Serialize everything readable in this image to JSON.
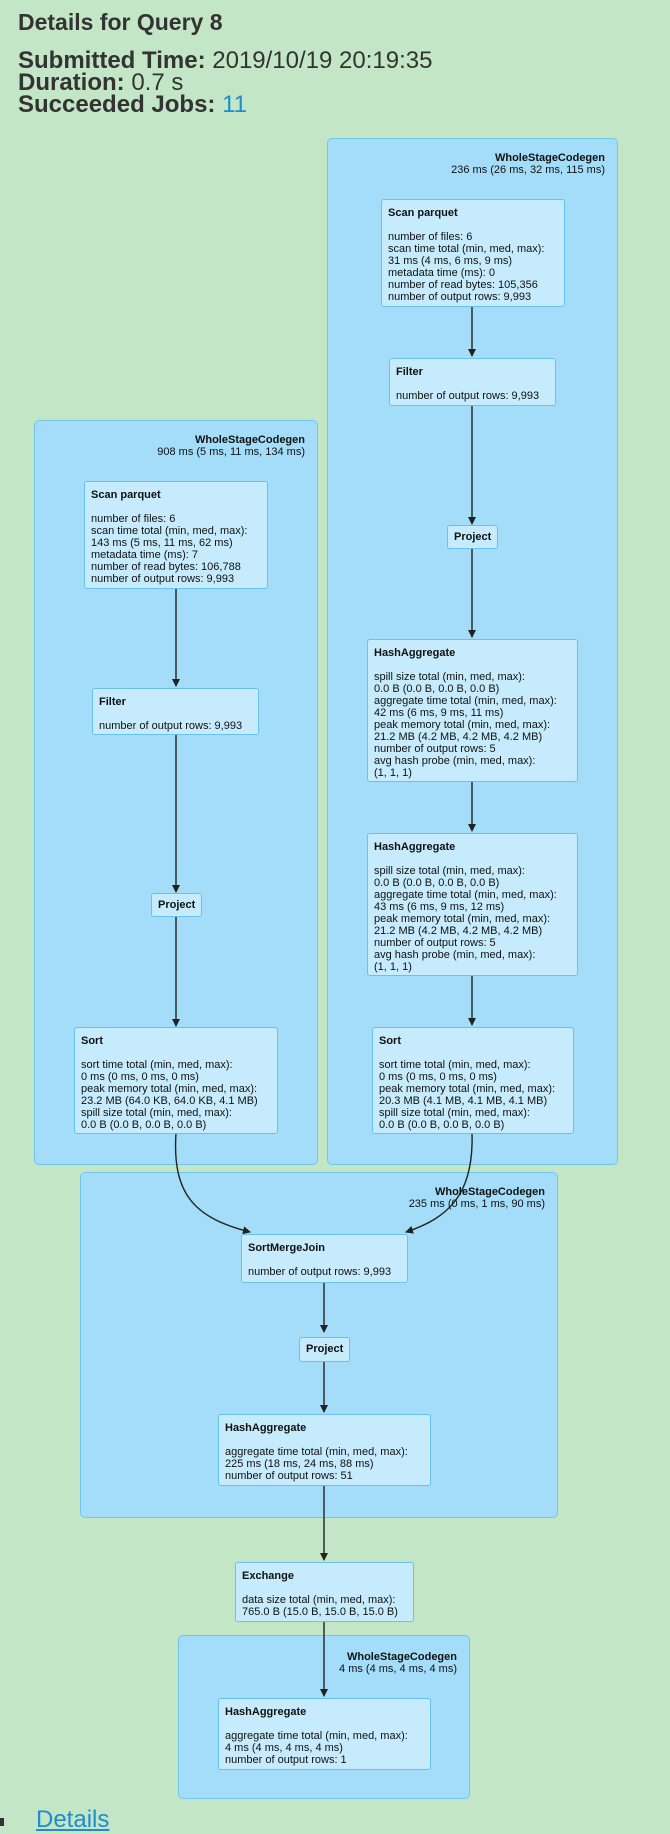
{
  "page": {
    "title": "Details for Query 8",
    "submitted_label": "Submitted Time:",
    "submitted_value": "2019/10/19 20:19:35",
    "duration_label": "Duration:",
    "duration_value": "0.7 s",
    "jobs_label": "Succeeded Jobs:",
    "jobs_value": "11",
    "details_link": "Details"
  },
  "plan": {
    "clusters": [
      {
        "name": "WholeStageCodegen",
        "time": "908 ms (5 ms, 11 ms, 134 ms)"
      },
      {
        "name": "WholeStageCodegen",
        "time": "236 ms (26 ms, 32 ms, 115 ms)"
      },
      {
        "name": "WholeStageCodegen",
        "time": "235 ms (0 ms, 1 ms, 90 ms)"
      },
      {
        "name": "WholeStageCodegen",
        "time": "4 ms (4 ms, 4 ms, 4 ms)"
      }
    ],
    "nodes": [
      {
        "title": "Scan parquet",
        "metrics": "number of files: 6\nscan time total (min, med, max):\n143 ms (5 ms, 11 ms, 62 ms)\nmetadata time (ms): 7\nnumber of read bytes: 106,788\nnumber of output rows: 9,993"
      },
      {
        "title": "Filter",
        "metrics": "number of output rows: 9,993"
      },
      {
        "title": "Project",
        "metrics": ""
      },
      {
        "title": "Sort",
        "metrics": "sort time total (min, med, max):\n0 ms (0 ms, 0 ms, 0 ms)\npeak memory total (min, med, max):\n23.2 MB (64.0 KB, 64.0 KB, 4.1 MB)\nspill size total (min, med, max):\n0.0 B (0.0 B, 0.0 B, 0.0 B)"
      },
      {
        "title": "Scan parquet",
        "metrics": "number of files: 6\nscan time total (min, med, max):\n31 ms (4 ms, 6 ms, 9 ms)\nmetadata time (ms): 0\nnumber of read bytes: 105,356\nnumber of output rows: 9,993"
      },
      {
        "title": "Filter",
        "metrics": "number of output rows: 9,993"
      },
      {
        "title": "Project",
        "metrics": ""
      },
      {
        "title": "HashAggregate",
        "metrics": "spill size total (min, med, max):\n0.0 B (0.0 B, 0.0 B, 0.0 B)\naggregate time total (min, med, max):\n42 ms (6 ms, 9 ms, 11 ms)\npeak memory total (min, med, max):\n21.2 MB (4.2 MB, 4.2 MB, 4.2 MB)\nnumber of output rows: 5\navg hash probe (min, med, max):\n(1, 1, 1)"
      },
      {
        "title": "HashAggregate",
        "metrics": "spill size total (min, med, max):\n0.0 B (0.0 B, 0.0 B, 0.0 B)\naggregate time total (min, med, max):\n43 ms (6 ms, 9 ms, 12 ms)\npeak memory total (min, med, max):\n21.2 MB (4.2 MB, 4.2 MB, 4.2 MB)\nnumber of output rows: 5\navg hash probe (min, med, max):\n(1, 1, 1)"
      },
      {
        "title": "Sort",
        "metrics": "sort time total (min, med, max):\n0 ms (0 ms, 0 ms, 0 ms)\npeak memory total (min, med, max):\n20.3 MB (4.1 MB, 4.1 MB, 4.1 MB)\nspill size total (min, med, max):\n0.0 B (0.0 B, 0.0 B, 0.0 B)"
      },
      {
        "title": "SortMergeJoin",
        "metrics": "number of output rows: 9,993"
      },
      {
        "title": "Project",
        "metrics": ""
      },
      {
        "title": "HashAggregate",
        "metrics": "aggregate time total (min, med, max):\n225 ms (18 ms, 24 ms, 88 ms)\nnumber of output rows: 51"
      },
      {
        "title": "Exchange",
        "metrics": "data size total (min, med, max):\n765.0 B (15.0 B, 15.0 B, 15.0 B)"
      },
      {
        "title": "HashAggregate",
        "metrics": "aggregate time total (min, med, max):\n4 ms (4 ms, 4 ms, 4 ms)\nnumber of output rows: 1"
      }
    ]
  }
}
